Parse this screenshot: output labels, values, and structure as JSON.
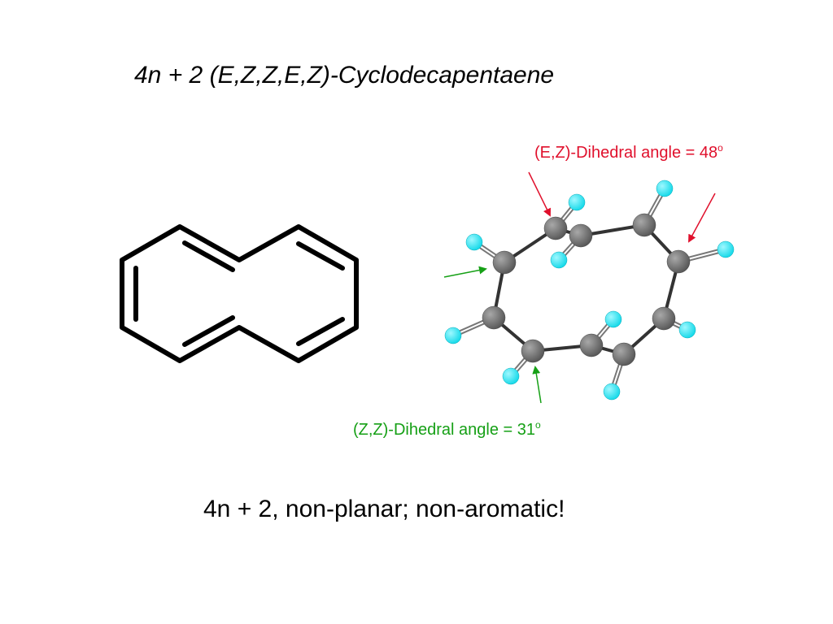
{
  "title": "4n + 2 (E,Z,Z,E,Z)-Cyclodecapentaene",
  "annotations": {
    "ez": {
      "text": "(E,Z)-Dihedral angle = 48",
      "sup": "o",
      "color": "#e0102c"
    },
    "zz": {
      "text": "(Z,Z)-Dihedral angle = 31",
      "sup": "o",
      "color": "#16a016"
    }
  },
  "conclusion": "4n + 2, non-planar; non-aromatic!",
  "colors": {
    "carbon": "#6e6e6e",
    "hydrogen": "#1fe6f2",
    "bond": "#333333",
    "skeletal": "#000000"
  }
}
